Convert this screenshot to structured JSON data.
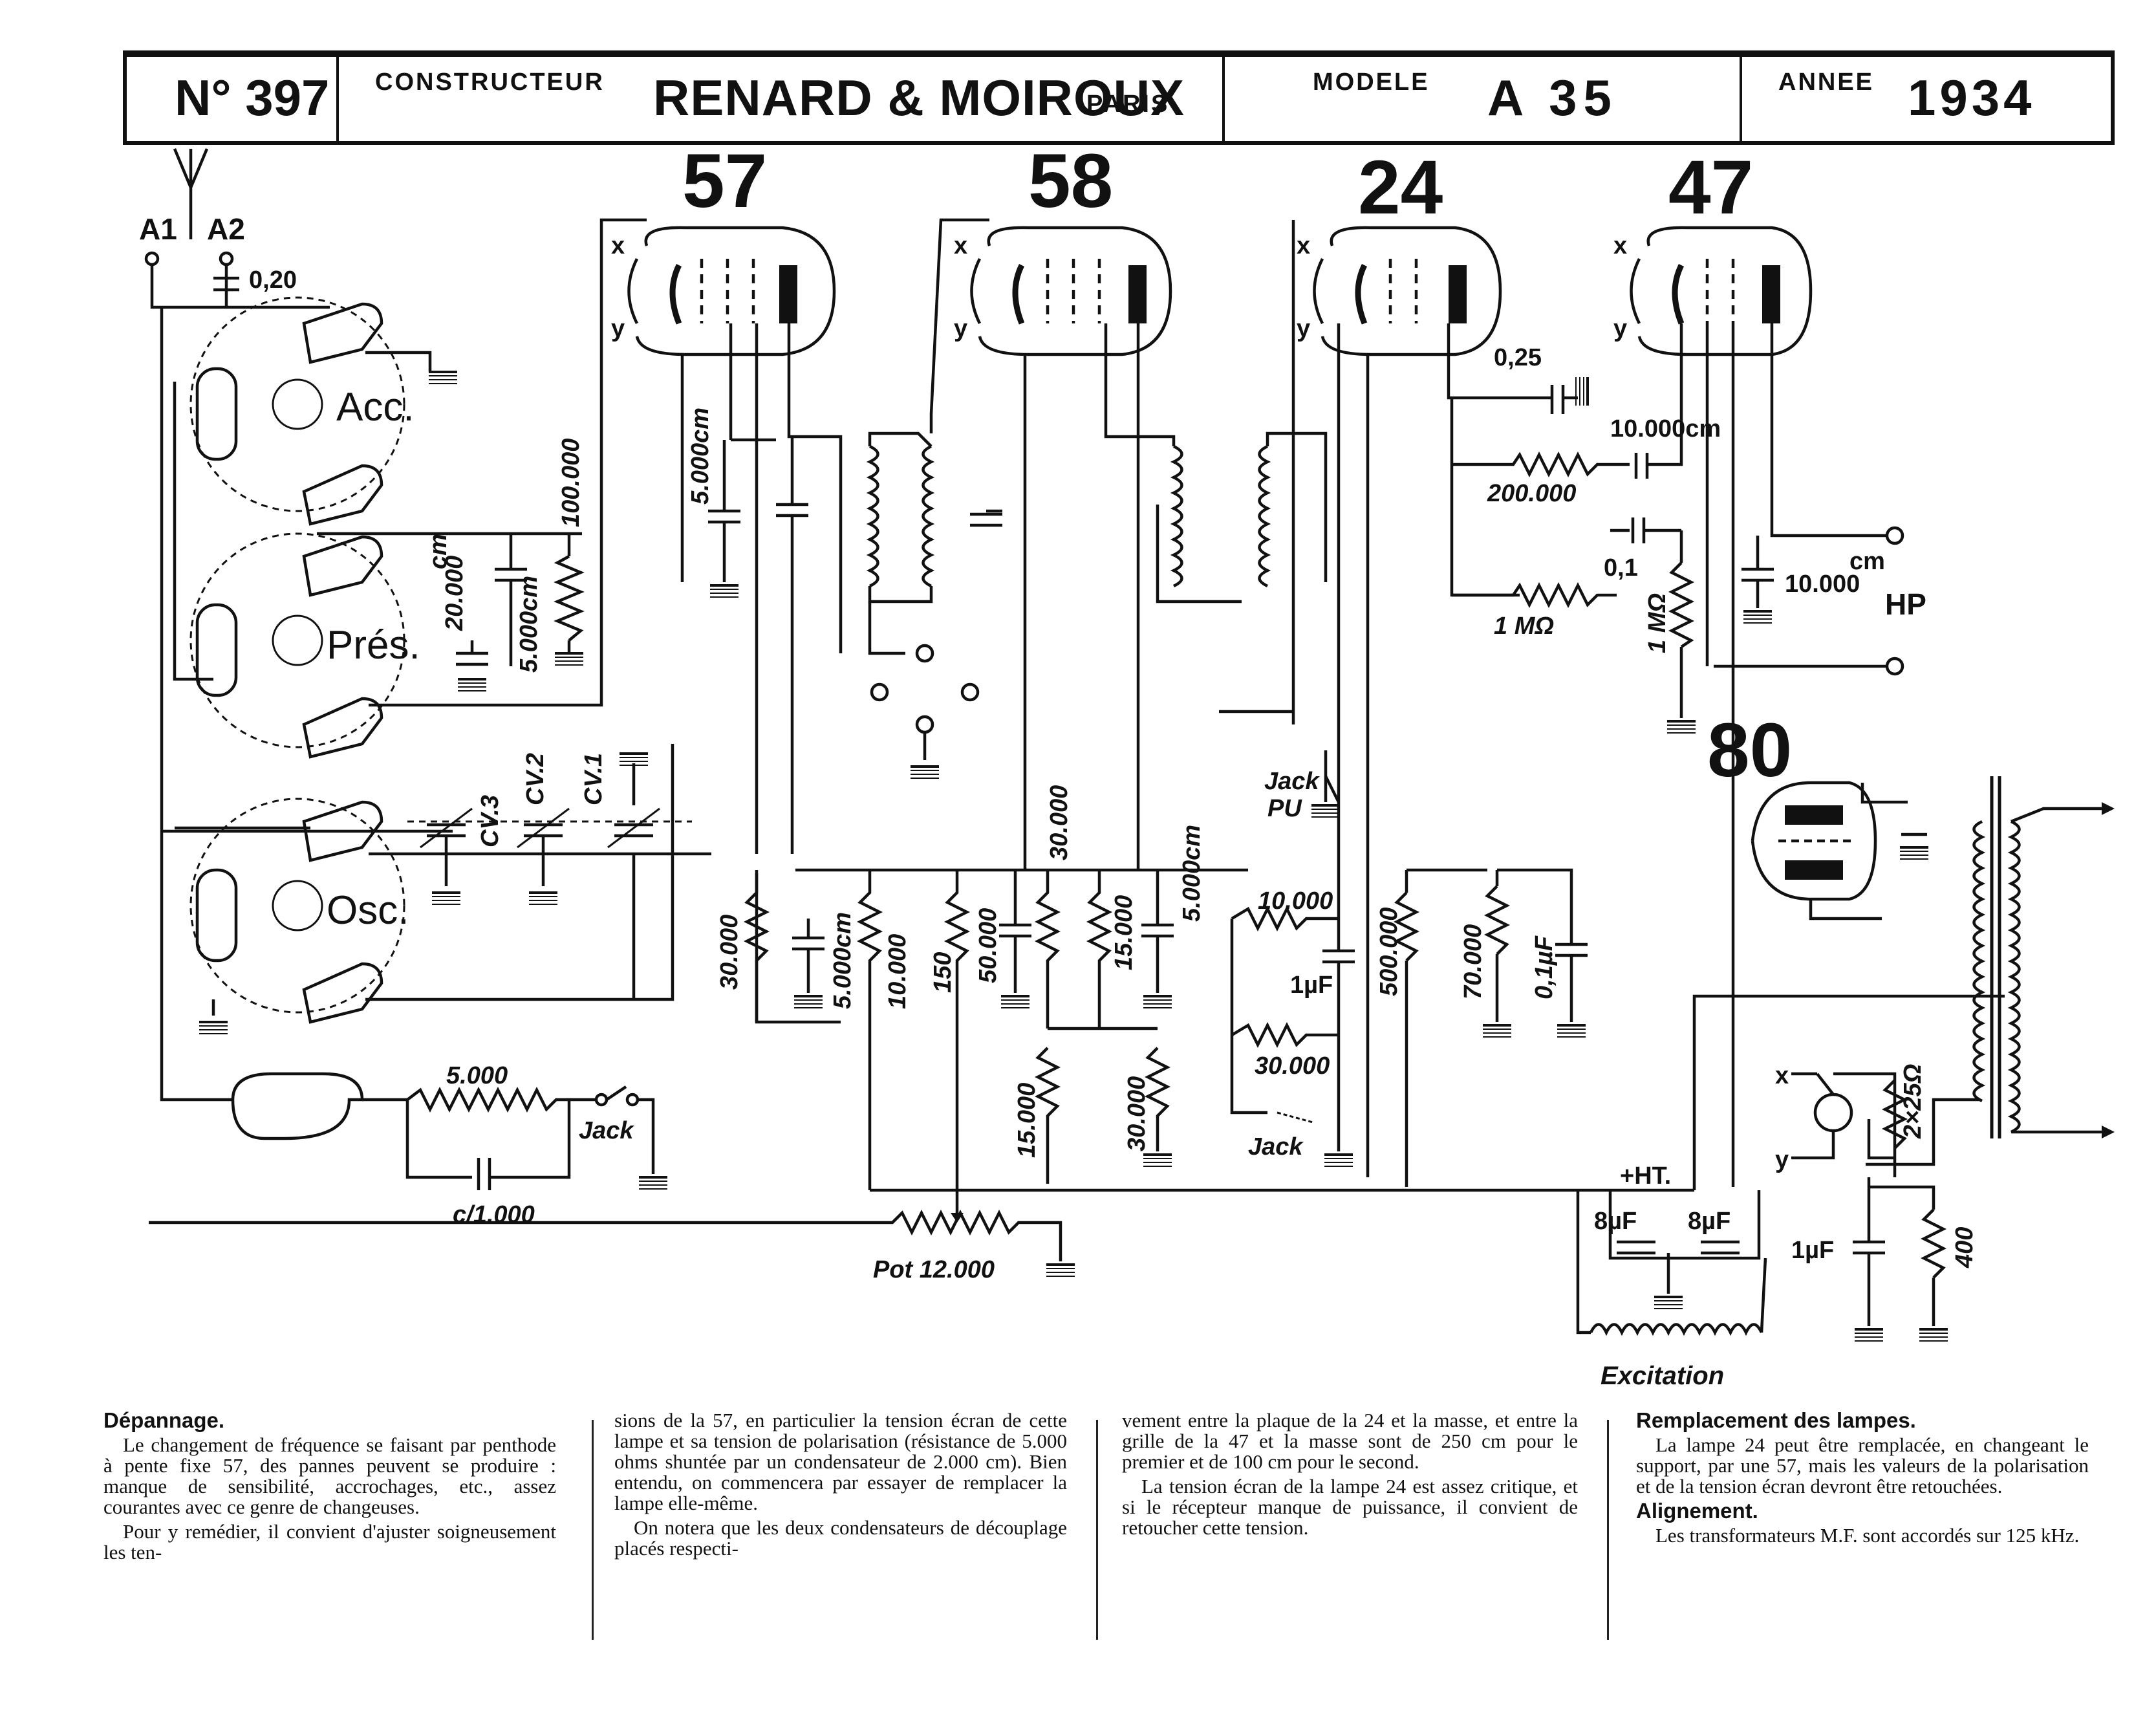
{
  "header": {
    "number": "N° 397",
    "constructeur_label": "CONSTRUCTEUR",
    "constructeur": "RENARD & MOIROUX",
    "city": "PARIS",
    "modele_label": "MODELE",
    "modele": "A 35",
    "annee_label": "ANNEE",
    "annee": "1934"
  },
  "schematic": {
    "tubes": [
      "57",
      "58",
      "24",
      "47",
      "80"
    ],
    "antenna": {
      "a1": "A1",
      "a2": "A2"
    },
    "coils": [
      "Acc.",
      "Prés.",
      "Osc."
    ],
    "variable_caps": [
      "CV.3",
      "CV.2",
      "CV.1"
    ],
    "labels": {
      "c_020": "0,20",
      "c_20000": "20.000",
      "cm1": "cm",
      "c_5000cm_a": "5.000cm",
      "r_100000": "100.000",
      "c_5000cm_57": "5.000cm",
      "r_30000_a": "30.000",
      "c_5000cm_b": "5.000cm",
      "r_10000_a": "10.000",
      "r_150": "150",
      "c_50000": "50.000",
      "r_30000_b": "30.000",
      "r_15000_a": "15.000",
      "c_5000cm_c": "5.000cm",
      "r_15000_b": "15.000",
      "r_30000_c": "30.000",
      "pot": "Pot 12.000",
      "r_5000": "5.000",
      "jack1": "Jack",
      "c_1000": "c/1.000",
      "c_025": "0,25",
      "c_10000cm": "10.000cm",
      "r_200000": "200.000",
      "c_01": "0,1",
      "r_1meg_a": "1 MΩ",
      "r_1meg_b": "1 MΩ",
      "c_10000_hp": "10.000",
      "cm2": "cm",
      "hp": "HP",
      "jack_pu1": "Jack",
      "jack_pu2": "PU",
      "r_10000_b": "10.000",
      "c_1uF_a": "1µF",
      "r_30000_d": "30.000",
      "jack2": "Jack",
      "r_500000": "500.000",
      "r_70000": "70.000",
      "c_01uF": "0,1µF",
      "ht": "+HT.",
      "c_8uF_a": "8µF",
      "c_8uF_b": "8µF",
      "excitation": "Excitation",
      "x": "x",
      "y": "y",
      "r_2x25": "2×25Ω",
      "c_1uF_b": "1µF",
      "r_400": "400"
    }
  },
  "text": {
    "depannage_title": "Dépannage.",
    "depannage_p1": "Le changement de fréquence se faisant par penthode à pente fixe 57, des pannes peuvent se produire : manque de sensibilité, accrochages, etc., assez courantes avec ce genre de changeuses.",
    "depannage_p2": "Pour y remédier, il convient d'ajuster soigneusement les ten-",
    "col2_p1": "sions de la 57, en particulier la tension écran de cette lampe et sa tension de polarisation (résistance de 5.000 ohms shuntée par un condensateur de 2.000 cm). Bien entendu, on commencera par essayer de remplacer la lampe elle-même.",
    "col2_p2": "On notera que les deux condensateurs de découplage placés respecti-",
    "col3_p1": "vement entre la plaque de la 24 et la masse, et entre la grille de la 47 et la masse sont de 250 cm pour le premier et de 100 cm pour le second.",
    "col3_p2": "La tension écran de la lampe 24 est assez critique, et si le récepteur manque de puissance, il convient de retoucher cette tension.",
    "remplacement_title": "Remplacement des lampes.",
    "remplacement_p": "La lampe 24 peut être remplacée, en changeant le support, par une 57, mais les valeurs de la polarisation et de la tension écran devront être retouchées.",
    "alignement_title": "Alignement.",
    "alignement_p": "Les transformateurs M.F. sont accordés sur 125 kHz."
  }
}
